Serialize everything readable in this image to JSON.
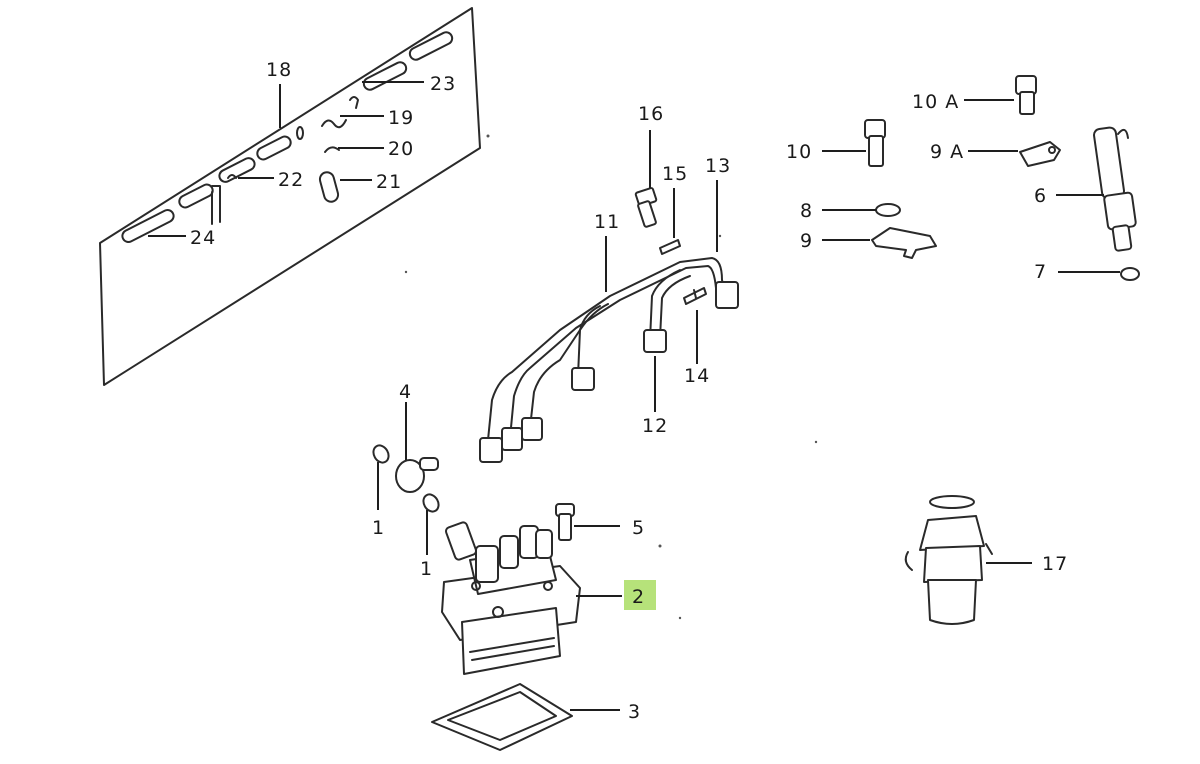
{
  "highlight_color": "#b6e27a",
  "callouts": [
    {
      "id": "1a",
      "text": "1"
    },
    {
      "id": "1b",
      "text": "1"
    },
    {
      "id": "2",
      "text": "2",
      "highlighted": true
    },
    {
      "id": "3",
      "text": "3"
    },
    {
      "id": "4",
      "text": "4"
    },
    {
      "id": "5",
      "text": "5"
    },
    {
      "id": "6",
      "text": "6"
    },
    {
      "id": "7",
      "text": "7"
    },
    {
      "id": "8",
      "text": "8"
    },
    {
      "id": "9",
      "text": "9"
    },
    {
      "id": "9A",
      "text": "9 A"
    },
    {
      "id": "10",
      "text": "10"
    },
    {
      "id": "10A",
      "text": "10 A"
    },
    {
      "id": "11",
      "text": "11"
    },
    {
      "id": "12",
      "text": "12"
    },
    {
      "id": "13",
      "text": "13"
    },
    {
      "id": "14",
      "text": "14"
    },
    {
      "id": "15",
      "text": "15"
    },
    {
      "id": "16",
      "text": "16"
    },
    {
      "id": "17",
      "text": "17"
    },
    {
      "id": "18",
      "text": "18"
    },
    {
      "id": "19",
      "text": "19"
    },
    {
      "id": "20",
      "text": "20"
    },
    {
      "id": "21",
      "text": "21"
    },
    {
      "id": "22",
      "text": "22"
    },
    {
      "id": "23",
      "text": "23"
    },
    {
      "id": "24",
      "text": "24"
    }
  ]
}
